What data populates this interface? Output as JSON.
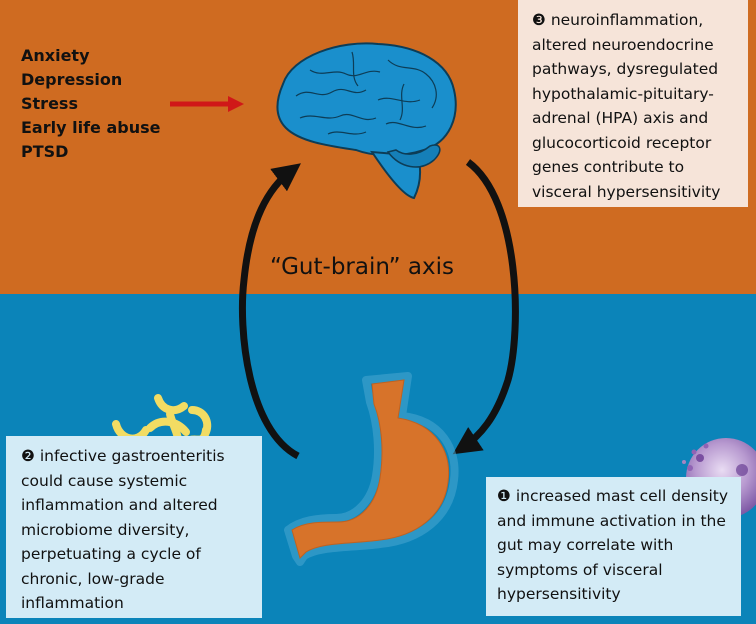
{
  "colors": {
    "top_background": "#cf6b21",
    "bottom_background": "#0b84b9",
    "brain": "#1a8fcc",
    "stomach": "#d7732a",
    "cycle_arrow": "#111111",
    "stress_arrow": "#d01818",
    "box_top_fill": "#f6e4d9",
    "box_bottom_fill": "#d3ebf6",
    "bacteria": "#f2dc63",
    "mast_cell": "#a585c2"
  },
  "stressors": [
    "Anxiety",
    "Depression",
    "Stress",
    "Early life abuse",
    "PTSD"
  ],
  "axis_label": "“Gut-brain” axis",
  "notes": {
    "top_right": "❸ neuroinflammation, altered neuroendocrine pathways, dysregulated hypothalamic-pituitary-adrenal (HPA) axis and glucocorticoid receptor genes contribute to visceral hypersensitivity",
    "bottom_left": "❷ infective gastroenteritis could cause systemic inflammation and altered microbiome diversity, perpetuating a cycle of chronic, low-grade inflammation",
    "bottom_right": "❶ increased mast cell density and immune activation in the gut may correlate with symptoms of visceral hypersensitivity"
  },
  "icons": [
    "brain-icon",
    "stomach-icon",
    "bacteria-icon",
    "mast-cell-icon"
  ]
}
